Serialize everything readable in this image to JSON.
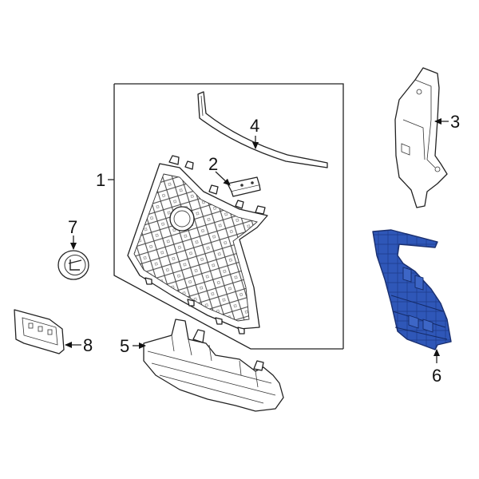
{
  "colors": {
    "highlight_fill": "#2f57b8",
    "highlight_stroke": "#1a2f6e",
    "line": "#222222"
  },
  "callouts": [
    {
      "id": "grille-assembly",
      "label": "1"
    },
    {
      "id": "bracket",
      "label": "2"
    },
    {
      "id": "side-bracket",
      "label": "3"
    },
    {
      "id": "molding-strip",
      "label": "4"
    },
    {
      "id": "lower-support",
      "label": "5"
    },
    {
      "id": "highlighted-bracket",
      "label": "6"
    },
    {
      "id": "emblem",
      "label": "7"
    },
    {
      "id": "license-bracket",
      "label": "8"
    }
  ]
}
